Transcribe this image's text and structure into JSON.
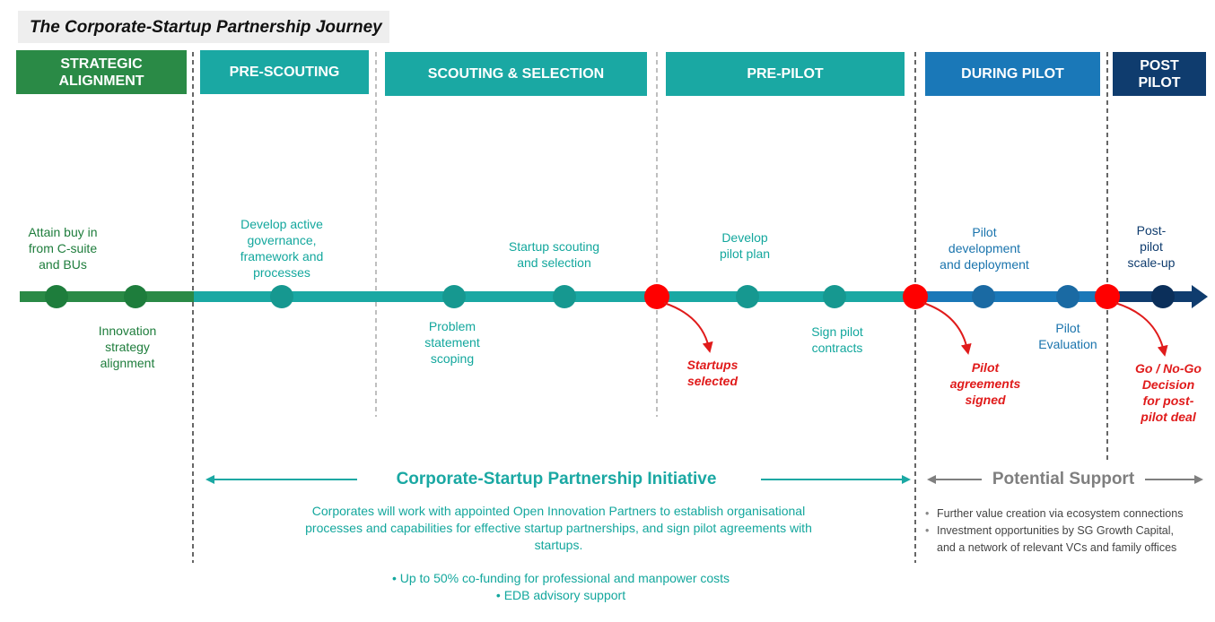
{
  "title": "The Corporate-Startup Partnership Journey",
  "phases": [
    {
      "label": "STRATEGIC\nALIGNMENT",
      "color": "#2a8a46"
    },
    {
      "label": "PRE-SCOUTING",
      "color": "#1aa8a3"
    },
    {
      "label": "SCOUTING & SELECTION",
      "color": "#1aa8a3"
    },
    {
      "label": "PRE-PILOT",
      "color": "#1aa8a3"
    },
    {
      "label": "DURING PILOT",
      "color": "#1a78b8"
    },
    {
      "label": "POST\nPILOT",
      "color": "#0f3c6e"
    }
  ],
  "milestones": {
    "attain_buy_in": "Attain buy in\nfrom C-suite\nand BUs",
    "innovation_strategy": "Innovation\nstrategy\nalignment",
    "develop_governance": "Develop active\ngovernance,\nframework and\nprocesses",
    "problem_statement": "Problem\nstatement\nscoping",
    "startup_scouting": "Startup scouting\nand selection",
    "develop_pilot_plan": "Develop\npilot plan",
    "sign_pilot_contracts": "Sign pilot\ncontracts",
    "pilot_development": "Pilot\ndevelopment\nand deployment",
    "pilot_evaluation": "Pilot\nEvaluation",
    "post_pilot_scaleup": "Post-\npilot\nscale-up"
  },
  "decisions": {
    "startups_selected": "Startups\nselected",
    "pilot_agreements_signed": "Pilot\nagreements\nsigned",
    "go_no_go": "Go / No-Go\nDecision\nfor post-\npilot deal"
  },
  "initiative": {
    "title": "Corporate-Startup Partnership Initiative",
    "description": "Corporates will work with appointed Open Innovation Partners to establish organisational processes and capabilities for effective startup partnerships, and sign pilot agreements with startups.",
    "bullets": [
      "•  Up to 50% co-funding for professional and manpower costs",
      "•  EDB advisory support"
    ]
  },
  "support": {
    "title": "Potential Support",
    "items": [
      "Further value creation via ecosystem connections",
      "Investment opportunities by SG Growth Capital,\nand a network of relevant VCs and family offices"
    ]
  },
  "colors": {
    "green": "#2a8a46",
    "teal": "#1aa8a3",
    "blue": "#1a78b8",
    "navy": "#0f3c6e",
    "decision_red": "#ff0000"
  }
}
